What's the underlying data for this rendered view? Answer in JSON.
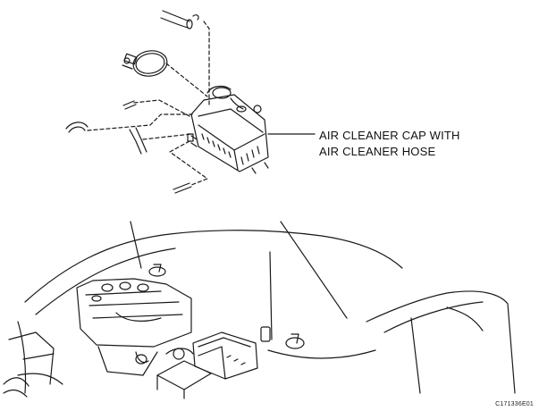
{
  "callout": {
    "line1": "AIR CLEANER CAP WITH",
    "line2": "AIR CLEANER HOSE"
  },
  "figure_code": "C171336E01",
  "parts": {
    "hose": "hose-icon",
    "clamp": "hose-clamp-icon",
    "cap": "air-cleaner-cap-icon",
    "clips": "clip-icon",
    "engine": "engine-bay-icon"
  },
  "colors": {
    "line": "#1a1a1a",
    "background": "#ffffff"
  }
}
